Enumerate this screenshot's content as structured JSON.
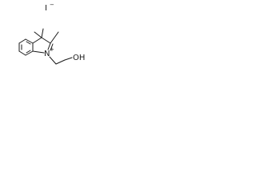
{
  "molecule": {
    "counterion": "I",
    "counterion_charge": "−",
    "ring_nitrogen": "N",
    "nitrogen_charge": "+",
    "hydroxyl": "OH"
  },
  "colors": {
    "bond": "#1a1a1a",
    "text": "#1a1a1a"
  }
}
